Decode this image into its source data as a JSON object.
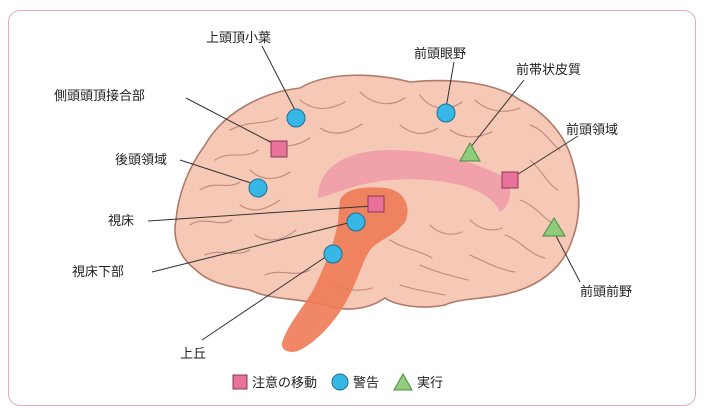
{
  "labels": {
    "jotocho_shoyo": "上頭頂小葉",
    "sokuto_tocho": "側頭頭頂接合部",
    "koto_ryoiki": "後頭領域",
    "shisho": "視床",
    "shisho_kabu": "視床下部",
    "jokyu": "上丘",
    "zento_ganya": "前頭眼野",
    "zentai_johishitsu": "前帯状皮質",
    "zento_ryoiki": "前頭領域",
    "zento_zenya": "前頭前野"
  },
  "legend": {
    "attention_shift": "注意の移動",
    "alert": "警告",
    "execution": "実行"
  },
  "colors": {
    "brain_fill": "#f6c8b6",
    "brain_stroke": "#b07a6a",
    "cingulate": "#ef9aa8",
    "thalamus_path": "#ee7a55",
    "square": "#e8729a",
    "circle": "#37b7e6",
    "triangle": "#8fcd7c",
    "frame": "#e9a9bd"
  }
}
